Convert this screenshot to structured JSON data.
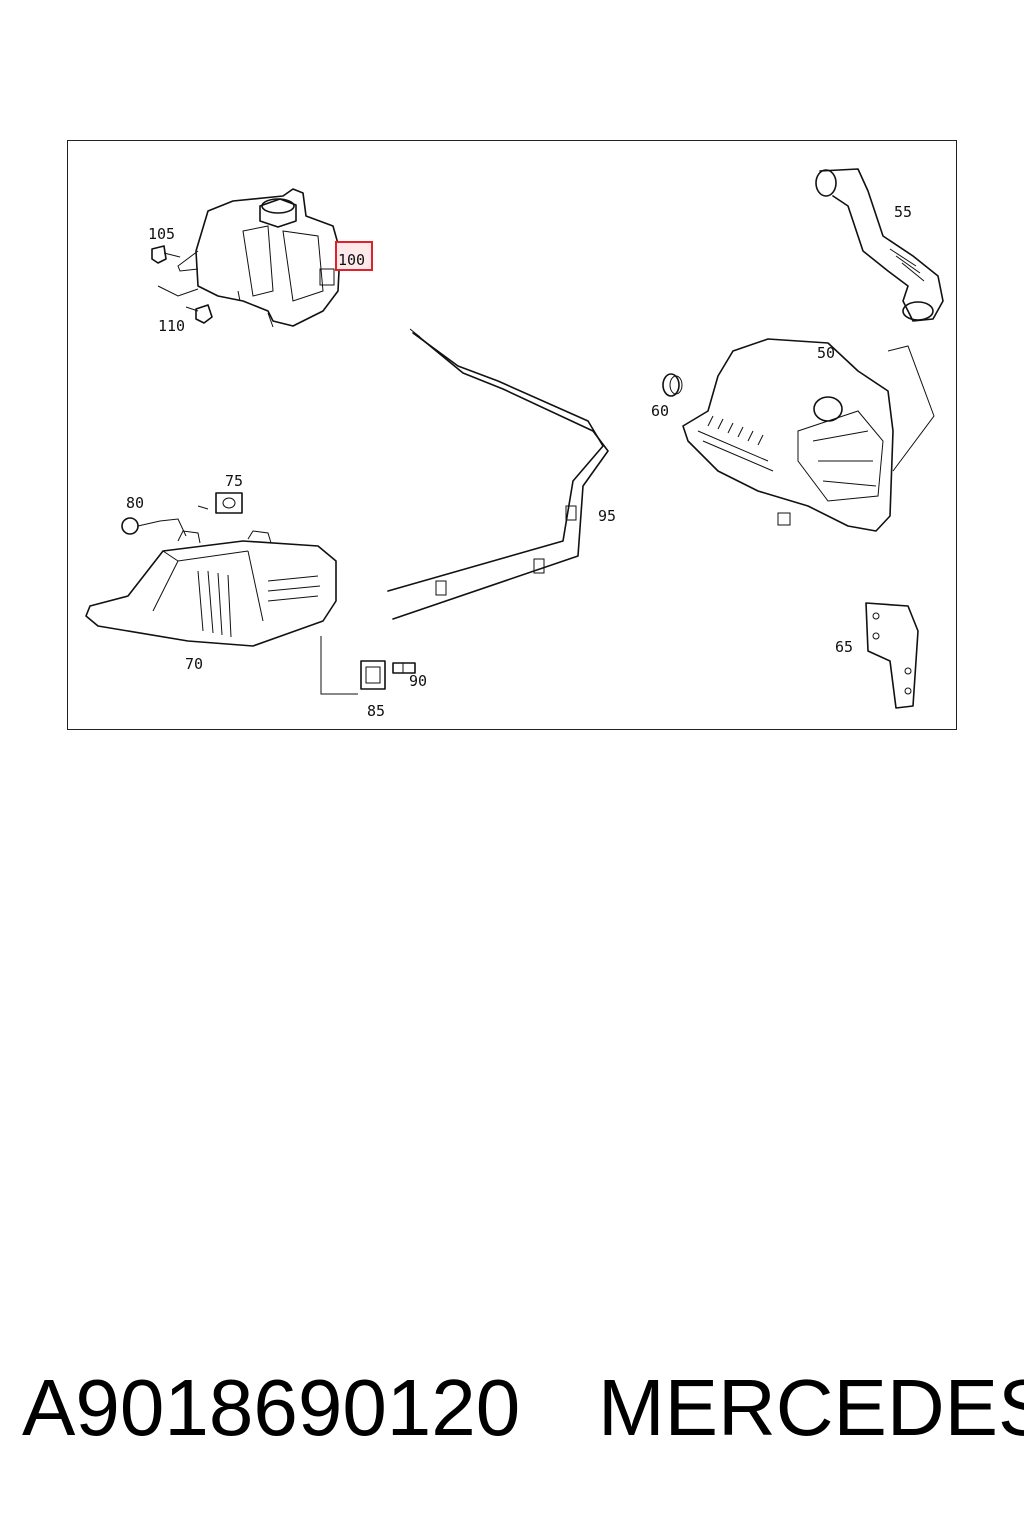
{
  "diagram": {
    "highlighted_callout": "100",
    "callouts": {
      "c50": "50",
      "c55": "55",
      "c60": "60",
      "c65": "65",
      "c70": "70",
      "c75": "75",
      "c80": "80",
      "c85": "85",
      "c90": "90",
      "c95": "95",
      "c100": "100",
      "c105": "105",
      "c110": "110"
    },
    "highlight_color": "#e0202a"
  },
  "footer": {
    "part_number": "A9018690120",
    "brand": "MERCEDES"
  }
}
